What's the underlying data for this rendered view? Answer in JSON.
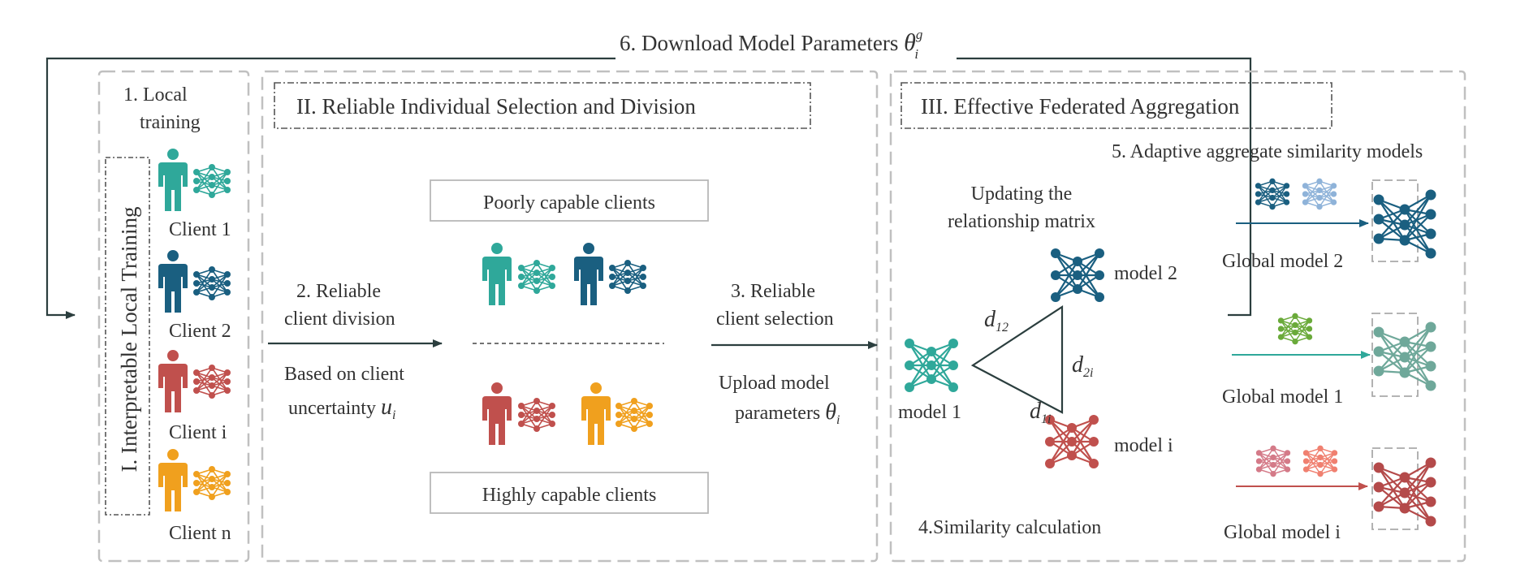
{
  "colors": {
    "teal": "#2fa89a",
    "navy": "#1a5f80",
    "red": "#c0504d",
    "orange": "#f0a01e",
    "border": "#c0c0c0",
    "arrow": "#2b3e3e",
    "model2_light": "#8fb3d9",
    "model1_green": "#6aaa3a",
    "modeli_pink": "#d47a88",
    "modeli_salmon": "#f08070",
    "gm1_muted": "#6fa89a",
    "gmi_dark": "#b44a4a"
  },
  "top": {
    "download_label": "6. Download Model Parameters",
    "download_symbol": "θ",
    "download_sup": "g",
    "download_sub": "i"
  },
  "section1": {
    "step_label_line1": "1.   Local",
    "step_label_line2": "training",
    "vertical_title": "I. Interpretable Local Training",
    "clients": [
      {
        "label": "Client 1",
        "color": "teal"
      },
      {
        "label": "Client 2",
        "color": "navy"
      },
      {
        "label": "Client i",
        "color": "red"
      },
      {
        "label": "Client n",
        "color": "orange"
      }
    ]
  },
  "section2": {
    "title": "II. Reliable Individual Selection and Division",
    "division_line1": "2. Reliable",
    "division_line2": "client division",
    "uncertainty_line1": "Based on client",
    "uncertainty_line2": "uncertainty",
    "uncertainty_symbol": "u",
    "uncertainty_sub": "i",
    "poor_label": "Poorly capable clients",
    "high_label": "Highly capable clients",
    "selection_line1": "3. Reliable",
    "selection_line2": "client selection",
    "upload_line1": "Upload model",
    "upload_line2": "parameters",
    "upload_symbol": "θ",
    "upload_sub": "i"
  },
  "section3": {
    "title": "III. Effective Federated Aggregation",
    "adaptive_label": "5. Adaptive aggregate similarity models",
    "matrix_line1": "Updating the",
    "matrix_line2": "relationship matrix",
    "model1": "model 1",
    "model2": "model 2",
    "modeli": "model i",
    "d12": "d",
    "d12_sub": "12",
    "d2i": "d",
    "d2i_sub": "2i",
    "d1i": "d",
    "d1i_sub": "1i",
    "similarity_label": "4.Similarity calculation",
    "global_models": [
      "Global model 2",
      "Global model 1",
      "Global model i"
    ]
  }
}
